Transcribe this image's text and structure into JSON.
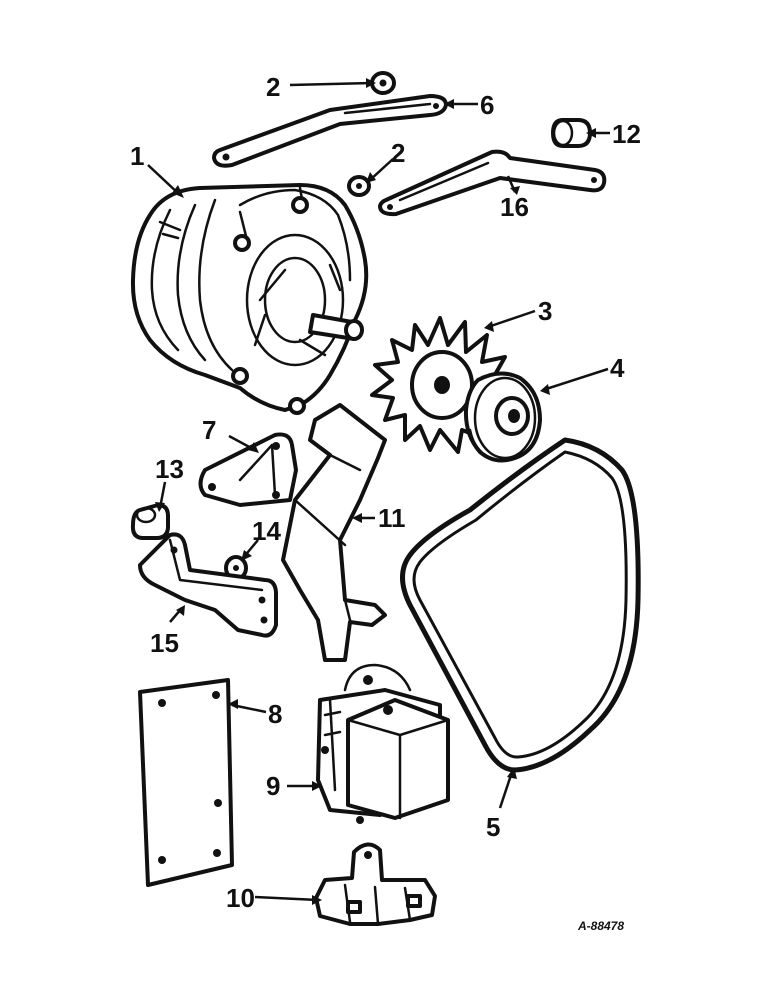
{
  "drawing_ref": "A-88478",
  "callouts": [
    {
      "n": "1",
      "part": "alternator"
    },
    {
      "n": "2",
      "part": "washer"
    },
    {
      "n": "2",
      "part": "washer"
    },
    {
      "n": "3",
      "part": "fan"
    },
    {
      "n": "4",
      "part": "pulley"
    },
    {
      "n": "5",
      "part": "v-belt"
    },
    {
      "n": "6",
      "part": "adjusting-brace"
    },
    {
      "n": "7",
      "part": "mounting-bracket"
    },
    {
      "n": "8",
      "part": "mounting-plate"
    },
    {
      "n": "9",
      "part": "voltage-regulator"
    },
    {
      "n": "10",
      "part": "connector-block"
    },
    {
      "n": "11",
      "part": "support-bracket"
    },
    {
      "n": "12",
      "part": "spacer"
    },
    {
      "n": "13",
      "part": "spacer"
    },
    {
      "n": "14",
      "part": "washer"
    },
    {
      "n": "15",
      "part": "angle-bracket"
    },
    {
      "n": "16",
      "part": "adjusting-brace"
    }
  ]
}
